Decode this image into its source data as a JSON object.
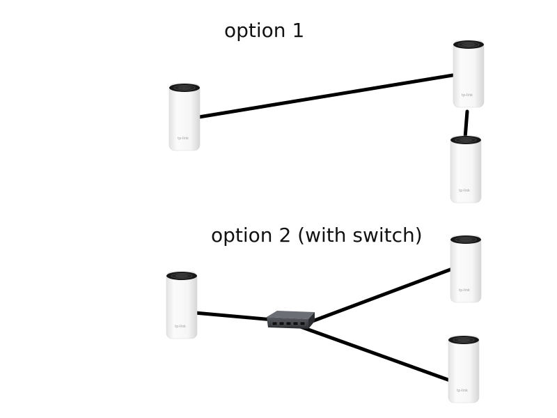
{
  "diagram": {
    "option1_title": "option 1",
    "option2_title": "option 2 (with switch)",
    "device_logo": "tp-link",
    "colors": {
      "cable": "#000000",
      "unit_body": "#f7f7f7",
      "unit_top": "#1c1c1c",
      "switch_body": "#3d3f44"
    }
  }
}
